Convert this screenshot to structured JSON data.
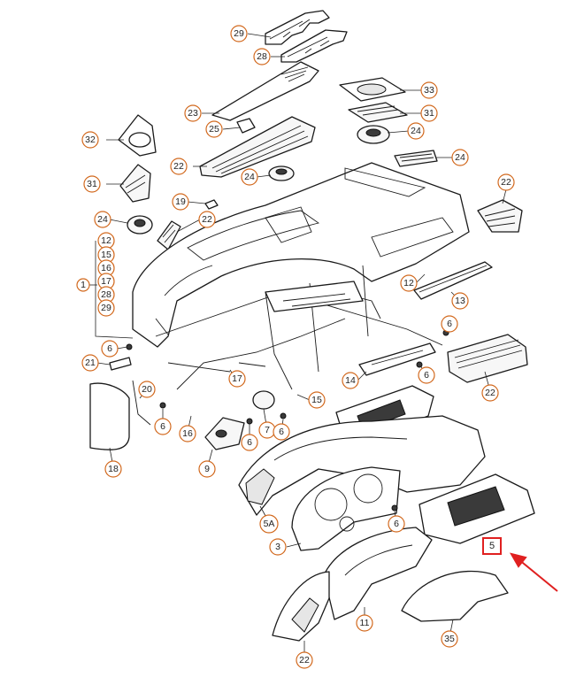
{
  "diagram": {
    "callouts": {
      "c29_top": "29",
      "c28_top": "28",
      "c33": "33",
      "c23": "23",
      "c31_right": "31",
      "c32": "32",
      "c25": "25",
      "c24_speaker_r": "24",
      "c22_top": "22",
      "c24_center": "24",
      "c24_vent_r": "24",
      "c31_left": "31",
      "c22_right_top": "22",
      "c19": "19",
      "c22_mid": "22",
      "c24_left": "24",
      "c12_a": "12",
      "c15_a": "15",
      "c16_a": "16",
      "c17_a": "17",
      "c28_a": "28",
      "c29_a": "29",
      "c1": "1",
      "c12_b": "12",
      "c13": "13",
      "c6_a": "6",
      "c6_b": "6",
      "c21": "21",
      "c22_vent_mid": "22",
      "c14": "14",
      "c17_b": "17",
      "c15_b": "15",
      "c20": "20",
      "c6_c": "6",
      "c16_b": "16",
      "c7": "7",
      "c6_d": "6",
      "c6_e": "6",
      "c18": "18",
      "c9": "9",
      "c5a": "5A",
      "c6_f": "6",
      "c3": "3",
      "c5": "5",
      "c11": "11",
      "c35": "35",
      "c22_bottom": "22"
    }
  }
}
